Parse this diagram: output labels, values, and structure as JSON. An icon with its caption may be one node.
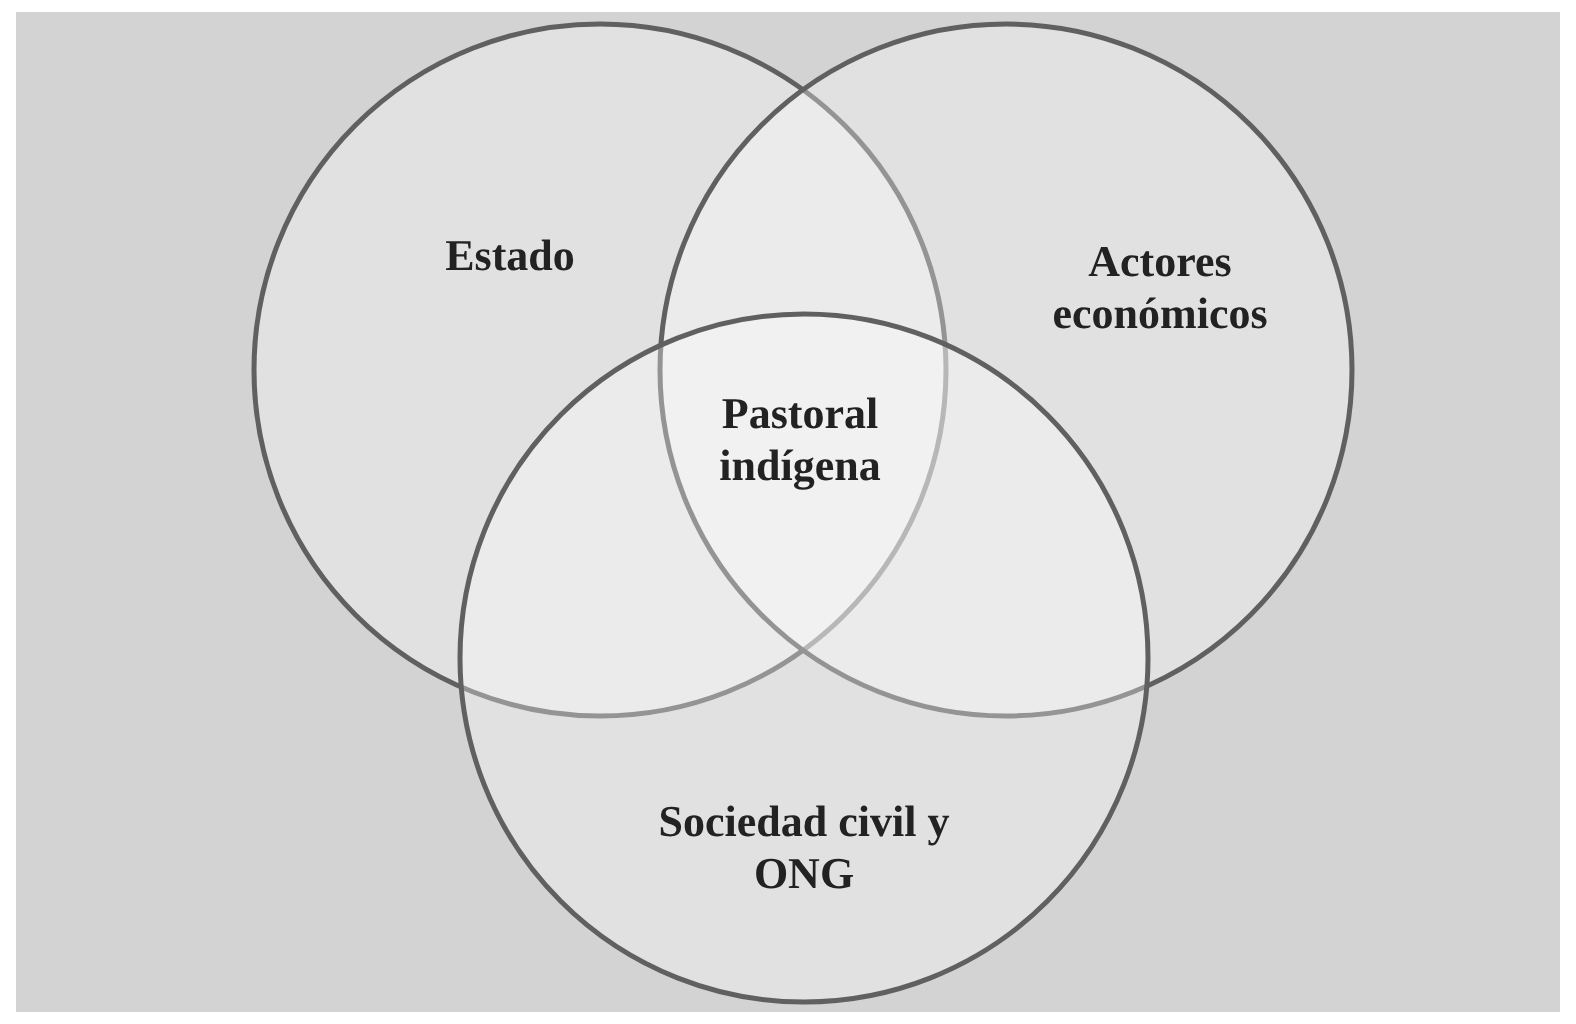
{
  "diagram": {
    "nodes": [
      {
        "text": [
          "Estado"
        ]
      },
      {
        "text": [
          "Actores económicos"
        ]
      },
      {
        "text": [
          "Sociedad civil y ONG"
        ]
      }
    ],
    "labels": [
      "Pastoral indígena"
    ]
  }
}
